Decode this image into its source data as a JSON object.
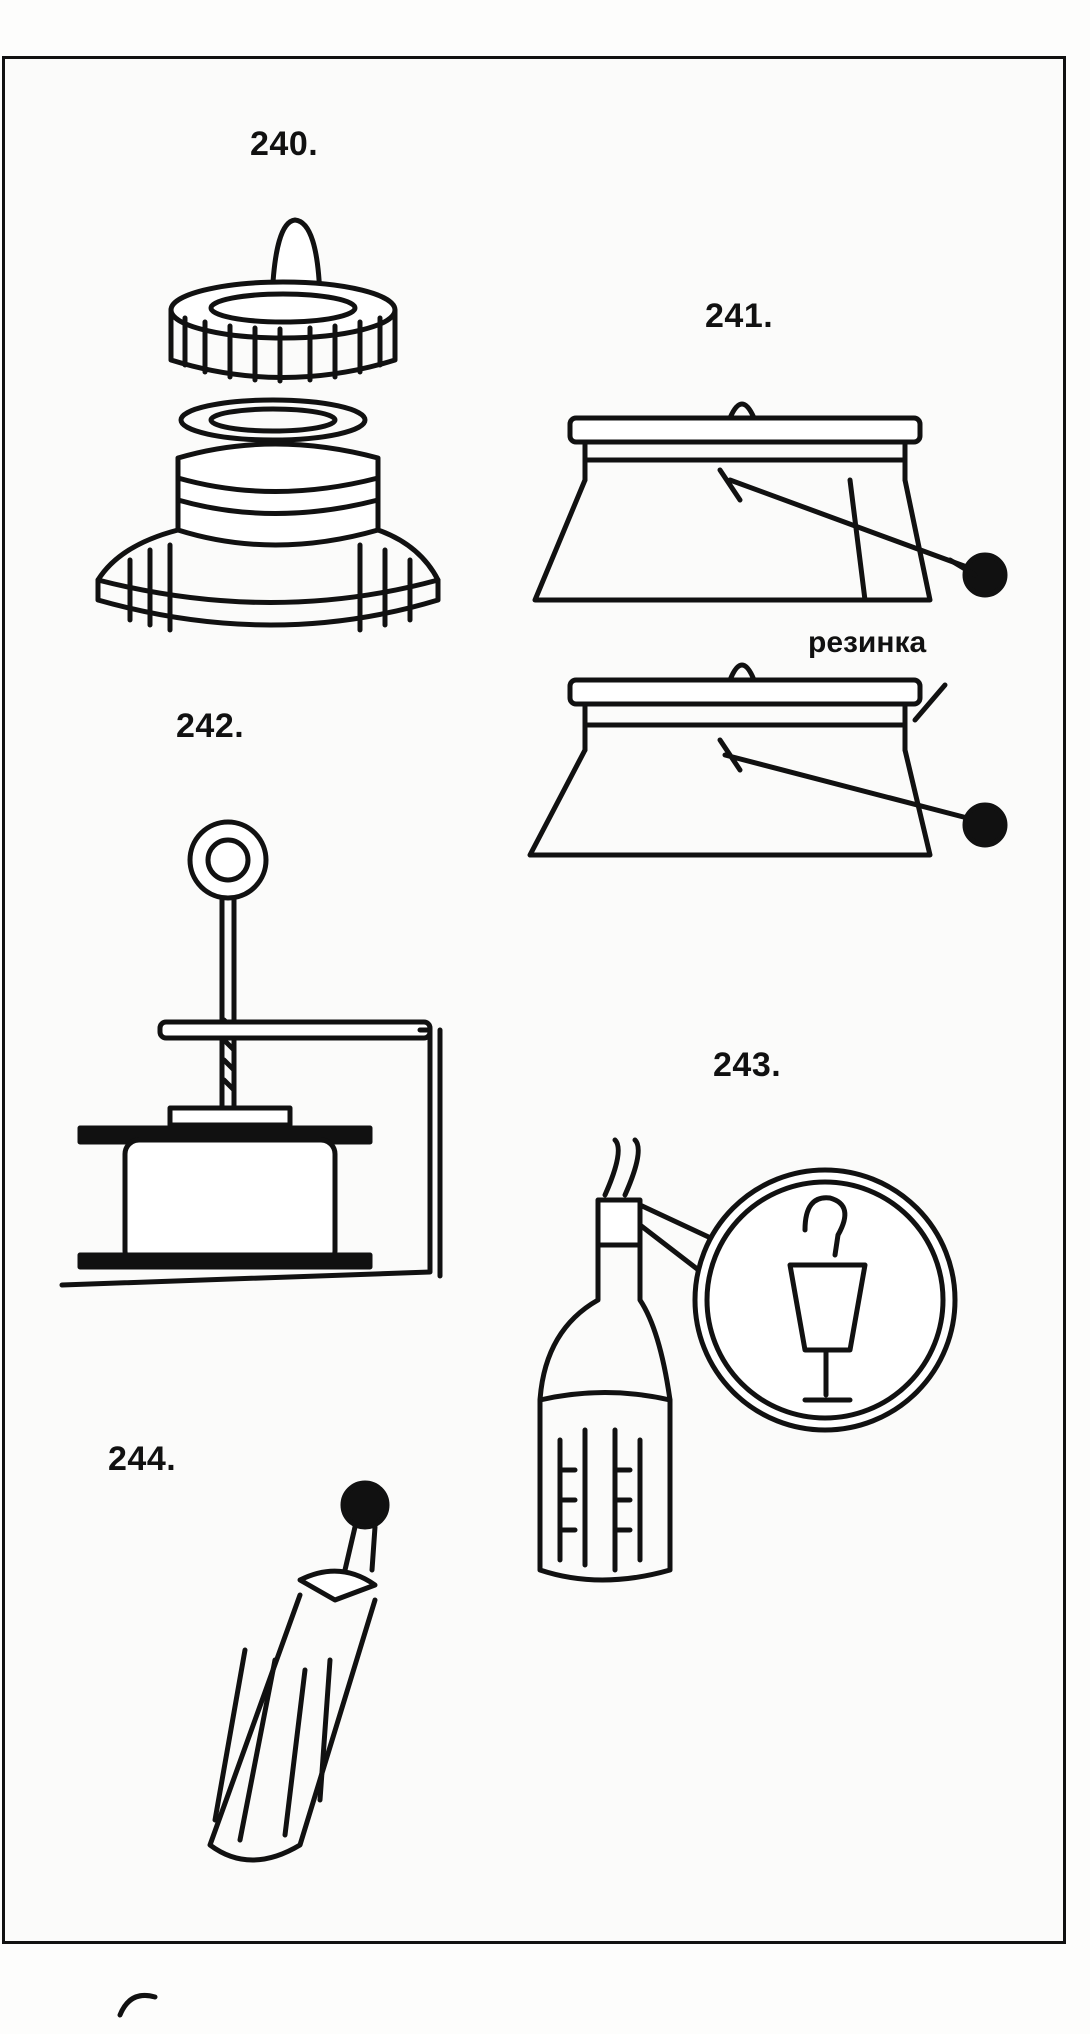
{
  "figures": [
    {
      "id": "240",
      "label": "240."
    },
    {
      "id": "241",
      "label": "241.",
      "callout": "резинка"
    },
    {
      "id": "242",
      "label": "242."
    },
    {
      "id": "243",
      "label": "243."
    },
    {
      "id": "244",
      "label": "244."
    }
  ],
  "colors": {
    "ink": "#111111",
    "paper": "#fbfbfa"
  }
}
